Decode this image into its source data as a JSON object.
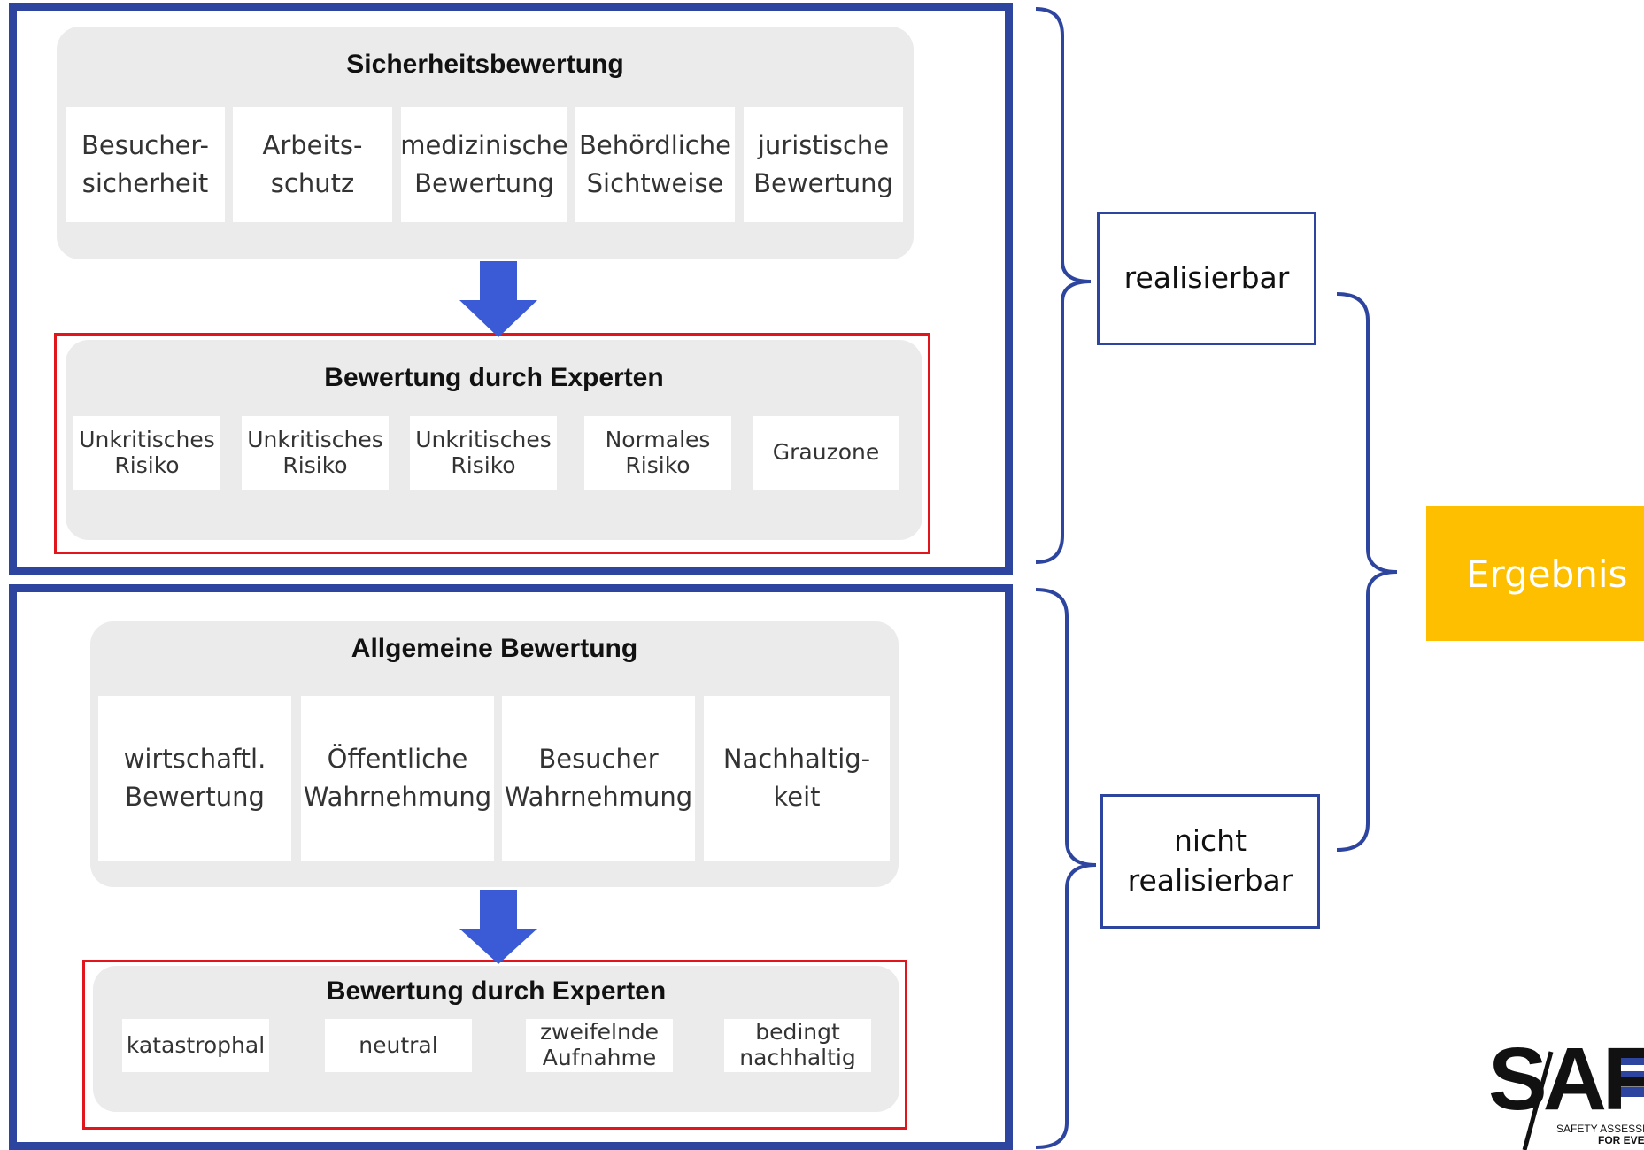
{
  "top_section": {
    "safety": {
      "title": "Sicherheitsbewertung",
      "cells": [
        {
          "l1": "Besucher-",
          "l2": "sicherheit"
        },
        {
          "l1": "Arbeits-",
          "l2": "schutz"
        },
        {
          "l1": "medizinische",
          "l2": "Bewertung"
        },
        {
          "l1": "Behördliche",
          "l2": "Sichtweise"
        },
        {
          "l1": "juristische",
          "l2": "Bewertung"
        }
      ]
    },
    "experts": {
      "title": "Bewertung durch Experten",
      "cells": [
        {
          "l1": "Unkritisches",
          "l2": "Risiko"
        },
        {
          "l1": "Unkritisches",
          "l2": "Risiko"
        },
        {
          "l1": "Unkritisches",
          "l2": "Risiko"
        },
        {
          "l1": "Normales",
          "l2": "Risiko"
        },
        {
          "l1": "Grauzone",
          "l2": ""
        }
      ]
    }
  },
  "bottom_section": {
    "general": {
      "title": "Allgemeine Bewertung",
      "cells": [
        {
          "l1": "wirtschaftl.",
          "l2": "Bewertung"
        },
        {
          "l1": "Öffentliche",
          "l2": "Wahrnehmung"
        },
        {
          "l1": "Besucher",
          "l2": "Wahrnehmung"
        },
        {
          "l1": "Nachhaltig-",
          "l2": "keit"
        }
      ]
    },
    "experts": {
      "title": "Bewertung durch Experten",
      "cells": [
        {
          "l1": "katastrophal",
          "l2": ""
        },
        {
          "l1": "neutral",
          "l2": ""
        },
        {
          "l1": "zweifelnde",
          "l2": "Aufnahme"
        },
        {
          "l1": "bedingt",
          "l2": "nachhaltig"
        }
      ]
    }
  },
  "outcomes": {
    "feasible": "realisierbar",
    "not_feasible_l1": "nicht",
    "not_feasible_l2": "realisierbar",
    "result": "Ergebnis"
  },
  "logo": {
    "word": "SAFE",
    "tagline_l1": "SAFETY ASSESSMENT",
    "tagline_l2": "FOR EVENTS"
  },
  "colors": {
    "frame_blue": "#2e45a0",
    "arrow_blue": "#3a5ad6",
    "expert_red": "#e0161c",
    "result_yellow": "#fdbf00",
    "panel_grey": "#ebebeb"
  }
}
